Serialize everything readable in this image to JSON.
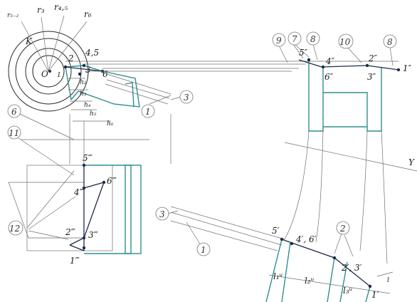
{
  "radii": {
    "r52": "r₅₋₂",
    "r3": "r₃",
    "r45": "r₄,₅",
    "r6": "r₆"
  },
  "circle": {
    "K": "K",
    "O1": "O",
    "one": "1",
    "two": "2",
    "three": "3",
    "fourfive": "4,5",
    "six": "6"
  },
  "heights": {
    "h2": "h₂",
    "h3": "h₃",
    "h4": "h₄",
    "h5": "h₅",
    "h6": "h₆"
  },
  "front_view": {
    "p5": "5″",
    "p4": "4″",
    "p2": "2″",
    "p1": "1″",
    "p6": "6″",
    "p3": "3″"
  },
  "side_view": {
    "p5": "5‴",
    "p6": "6‴",
    "p4": "4‴",
    "p2": "2‴",
    "p3": "3‴",
    "p1": "1‴"
  },
  "plan_view": {
    "p5": "5′",
    "p46": "4′, 6′",
    "p23": "2′, 3′",
    "p1": "1′",
    "l1": "l₁ᵘ",
    "l2": "l₂ᵘ",
    "l3": "l₃ᵘ",
    "l": "l"
  },
  "callouts": {
    "c1": "1",
    "c2": "2",
    "c3": "3",
    "c6": "6",
    "c7": "7",
    "c8": "8",
    "c9": "9",
    "c10": "10",
    "c11": "11",
    "c12": "12"
  },
  "axis_y": "Y"
}
